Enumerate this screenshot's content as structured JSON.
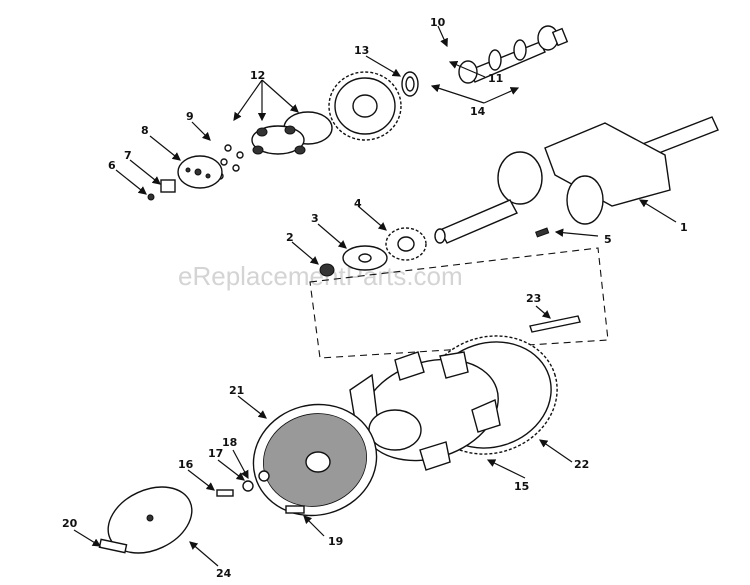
{
  "watermark": "eReplacementParts.com",
  "callouts": [
    "1",
    "2",
    "3",
    "4",
    "5",
    "6",
    "7",
    "8",
    "9",
    "10",
    "11",
    "12",
    "13",
    "14",
    "15",
    "16",
    "17",
    "18",
    "19",
    "20",
    "21",
    "22",
    "23",
    "24"
  ],
  "colors": {
    "ink": "#111111",
    "watermark": "#d4d4d4",
    "background": "#ffffff"
  }
}
